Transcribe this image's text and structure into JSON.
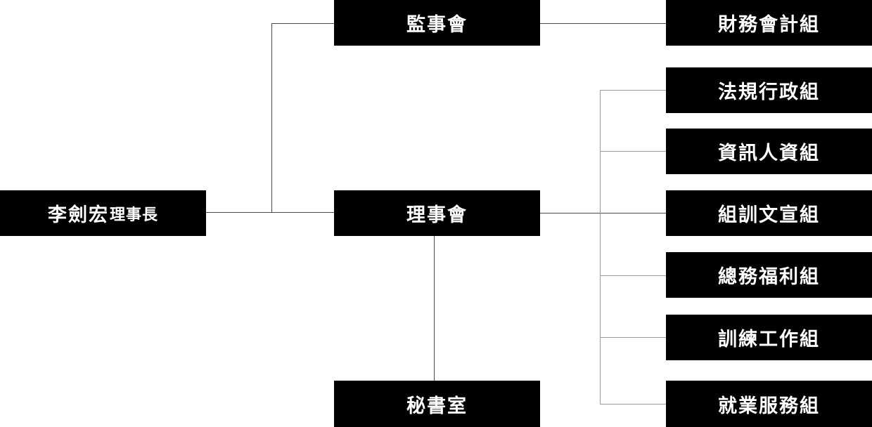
{
  "chairman": {
    "name": "李劍宏",
    "title": "理事長"
  },
  "supervisors": {
    "label": "監事會"
  },
  "board": {
    "label": "理事會"
  },
  "secretariat": {
    "label": "秘書室"
  },
  "accounting": {
    "label": "財務會計組"
  },
  "groups": [
    {
      "label": "法規行政組"
    },
    {
      "label": "資訊人資組"
    },
    {
      "label": "組訓文宣組"
    },
    {
      "label": "總務福利組"
    },
    {
      "label": "訓練工作組"
    },
    {
      "label": "就業服務組"
    }
  ]
}
